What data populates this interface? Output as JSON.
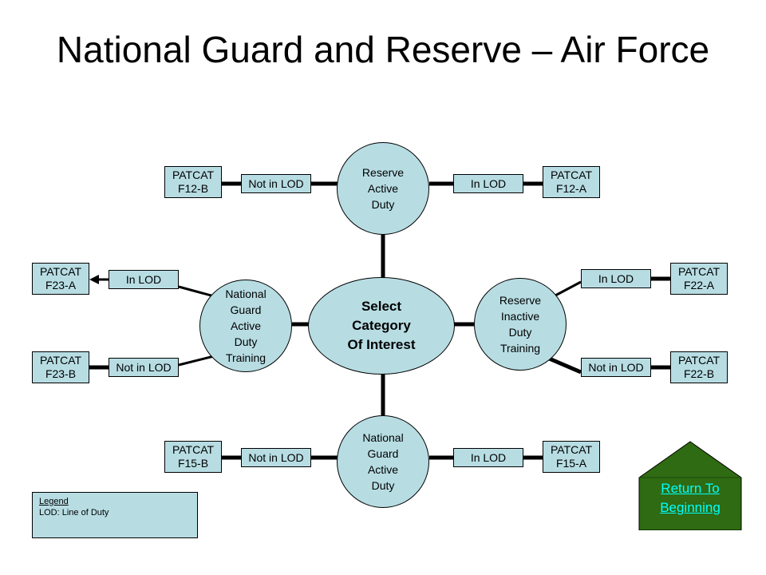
{
  "title": "National Guard and Reserve – Air Force",
  "center": "Select\nCategory\nOf Interest",
  "categories": {
    "top": "Reserve\nActive\nDuty",
    "right": "Reserve\nInactive\nDuty\nTraining",
    "bottom": "National\nGuard\nActive\nDuty",
    "left": "National\nGuard\nActive\nDuty\nTraining"
  },
  "lod": {
    "in_lod": "In LOD",
    "not_in_lod": "Not in LOD"
  },
  "patcats": {
    "f12a": "PATCAT\nF12-A",
    "f12b": "PATCAT\nF12-B",
    "f22a": "PATCAT\nF22-A",
    "f22b": "PATCAT\nF22-B",
    "f15a": "PATCAT\nF15-A",
    "f15b": "PATCAT\nF15-B",
    "f23a": "PATCAT\nF23-A",
    "f23b": "PATCAT\nF23-B"
  },
  "legend": {
    "title": "Legend",
    "text": "LOD: Line of Duty"
  },
  "return_button": {
    "label": "Return To Beginning",
    "color": "#2e6b12"
  },
  "colors": {
    "shape_fill": "#b7dde3",
    "link_text": "#00ffff"
  }
}
